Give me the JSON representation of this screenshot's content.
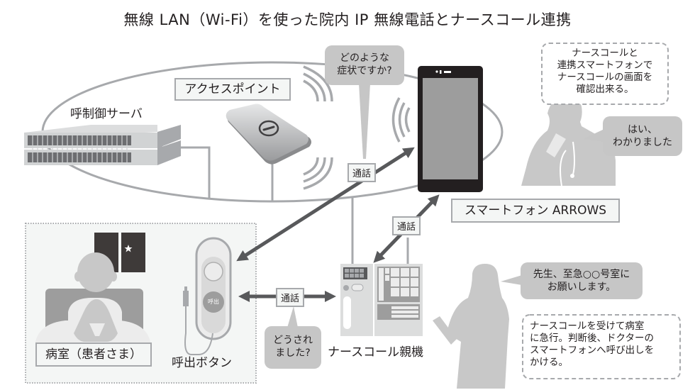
{
  "title": "無線 LAN（Wi-Fi）を使った院内 IP 無線電話とナースコール連携",
  "nodes": {
    "server": {
      "label": "呼制御サーバ",
      "icon": "server-rack-icon"
    },
    "access_point": {
      "label": "アクセスポイント",
      "icon": "wifi-access-point-icon"
    },
    "smartphone": {
      "label": "スマートフォン ARROWS",
      "icon": "smartphone-icon"
    },
    "patient_room": {
      "label": "病室（患者さま）",
      "icon": "patient-in-bed-icon"
    },
    "call_button": {
      "label": "呼出ボタン",
      "button_text": "呼出",
      "icon": "call-button-icon"
    },
    "nurse_station": {
      "label": "ナースコール親機",
      "icon": "nurse-call-console-icon"
    },
    "doctor": {
      "icon": "doctor-on-phone-icon"
    },
    "nurse": {
      "icon": "nurse-with-clipboard-icon"
    }
  },
  "connections": [
    {
      "from": "call_button",
      "to": "smartphone",
      "label": "通話"
    },
    {
      "from": "call_button",
      "to": "nurse_station",
      "label": "通話"
    },
    {
      "from": "nurse_station",
      "to": "smartphone",
      "label": "通話"
    }
  ],
  "speech_bubbles": {
    "phone_question": [
      "どのような",
      "症状ですか?"
    ],
    "nurse_question": [
      "どうされ",
      "ました?"
    ],
    "doctor_reply": [
      "はい、",
      "わかりました"
    ],
    "nurse_request": [
      "先生、至急○○号室に",
      "お願いします。"
    ]
  },
  "notes": {
    "smartphone_note": [
      "ナースコールと",
      "連携スマートフォンで",
      "ナースコールの画面を",
      "確認出来る。"
    ],
    "nurse_note": [
      "ナースコールを受けて病室",
      "に急行。判断後、ドクターの",
      "スマートフォンへ呼び出しを",
      "かける。"
    ]
  },
  "colors": {
    "line": "#a7a9ac",
    "arrow": "#58595b",
    "figure": "#c8c8c8",
    "phone_body": "#231f20",
    "phone_screen": "#9d9d9d",
    "bubble": "#c6c6c6",
    "label_bg": "#f4f6f5"
  }
}
